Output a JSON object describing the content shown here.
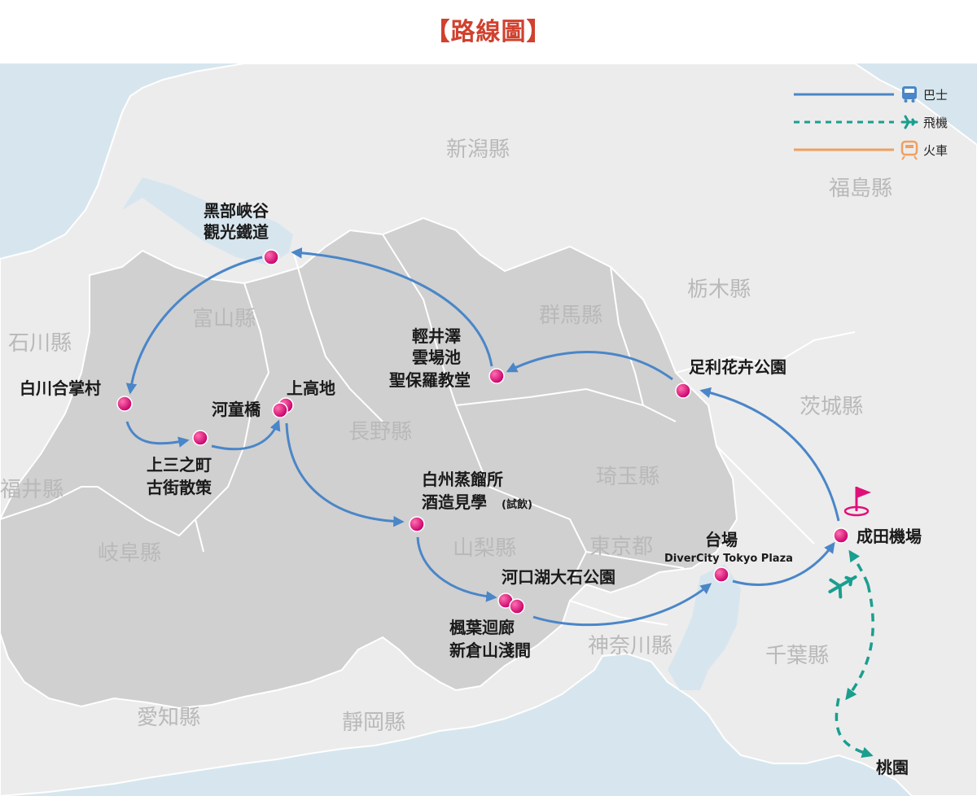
{
  "title": "【路線圖】",
  "legend": [
    {
      "label": "巴士",
      "icon": "bus-icon",
      "color": "#4a86c8",
      "style": "solid"
    },
    {
      "label": "飛機",
      "icon": "airplane-icon",
      "color": "#1a9e8f",
      "style": "dashed"
    },
    {
      "label": "火車",
      "icon": "train-icon",
      "color": "#f0a060",
      "style": "solid"
    }
  ],
  "prefectures": {
    "niigata": "新潟縣",
    "fukushima": "福島縣",
    "ishikawa": "石川縣",
    "toyama": "富山縣",
    "gunma": "群馬縣",
    "tochigi": "栃木縣",
    "ibaraki": "茨城縣",
    "fukui": "福井縣",
    "nagano": "長野縣",
    "saitama": "琦玉縣",
    "gifu": "岐阜縣",
    "yamanashi": "山梨縣",
    "tokyo": "東京都",
    "kanagawa": "神奈川縣",
    "chiba": "千葉縣",
    "aichi": "愛知縣",
    "shizuoka": "靜岡縣"
  },
  "stops": {
    "kurobe_1": "黑部峽谷",
    "kurobe_2": "觀光鐵道",
    "shirakawa": "白川合掌村",
    "kappa": "河童橋",
    "kamikochi": "上高地",
    "sanno_1": "上三之町",
    "sanno_2": "古街散策",
    "karuizawa_1": "輕井澤",
    "karuizawa_2": "雲場池",
    "karuizawa_3": "聖保羅教堂",
    "ashikaga": "足利花卉公園",
    "hakushu_1": "白州蒸餾所",
    "hakushu_2": "酒造見學",
    "hakushu_note": "(試飲)",
    "kawaguchiko": "河口湖大石公園",
    "momiji_1": "楓葉迴廊",
    "momiji_2": "新倉山淺間",
    "odaiba": "台場",
    "odaiba_sub": "DiverCity Tokyo Plaza",
    "narita": "成田機場",
    "taoyuan": "桃園"
  },
  "colors": {
    "title": "#d0412e",
    "bus_route": "#4a86c8",
    "flight_route": "#1a9e8f",
    "train_route": "#f0a060",
    "stop_marker": "#e0107a",
    "sea": "#d7e6ee",
    "land": "#ececec",
    "route_region": "#d0d0d0"
  }
}
